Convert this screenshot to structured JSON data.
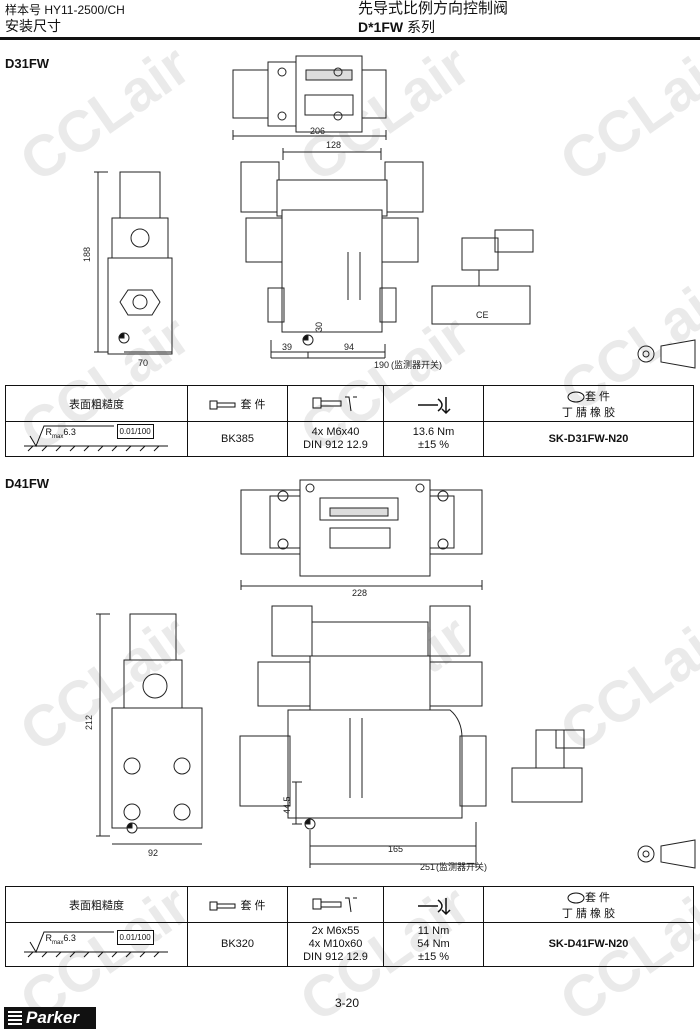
{
  "header": {
    "left_line1": "样本号 HY11-2500/CH",
    "left_line2": "安装尺寸",
    "right_line1": "先导式比例方向控制阀",
    "right_line2_bold": "D*1FW",
    "right_line2_rest": " 系列"
  },
  "sections": [
    {
      "label": "D31FW",
      "dims": {
        "top_width": "206",
        "top_span": "128",
        "side_height": "188",
        "side_width": "70",
        "front_left": "39",
        "front_mid": "94",
        "front_height": "30",
        "front_total": "190",
        "monitor_note": "(监测器开关)",
        "ce_mark": "CE"
      },
      "table": {
        "h_surface": "表面粗糙度",
        "h_kit": "套 件",
        "h_seal_line1": "套 件",
        "h_seal_line2": "丁 腈 橡 胶",
        "roughness": "R",
        "roughness_sub": "max",
        "roughness_value": "6.3",
        "flatness": "0.01/100",
        "kit": "BK385",
        "bolts": [
          "4x M6x40",
          "DIN 912 12.9"
        ],
        "torque": [
          "13.6 Nm",
          "±15 %"
        ],
        "seal": "SK-D31FW-N20"
      }
    },
    {
      "label": "D41FW",
      "dims": {
        "top_width": "228",
        "side_height": "212",
        "side_width": "92",
        "front_height": "44.5",
        "front_mid": "165",
        "front_total": "251",
        "monitor_note": "(监测器开关)"
      },
      "table": {
        "h_surface": "表面粗糙度",
        "h_kit": "套 件",
        "h_seal_line1": "套 件",
        "h_seal_line2": "丁 腈 橡 胶",
        "roughness": "R",
        "roughness_sub": "max",
        "roughness_value": "6.3",
        "flatness": "0.01/100",
        "kit": "BK320",
        "bolts": [
          "2x M6x55",
          "4x M10x60",
          "DIN 912 12.9"
        ],
        "torque": [
          "11 Nm",
          "54 Nm",
          "±15 %"
        ],
        "seal": "SK-D41FW-N20"
      }
    }
  ],
  "watermark": "CCLair",
  "footer": {
    "page": "3-20",
    "logo": "Parker"
  }
}
